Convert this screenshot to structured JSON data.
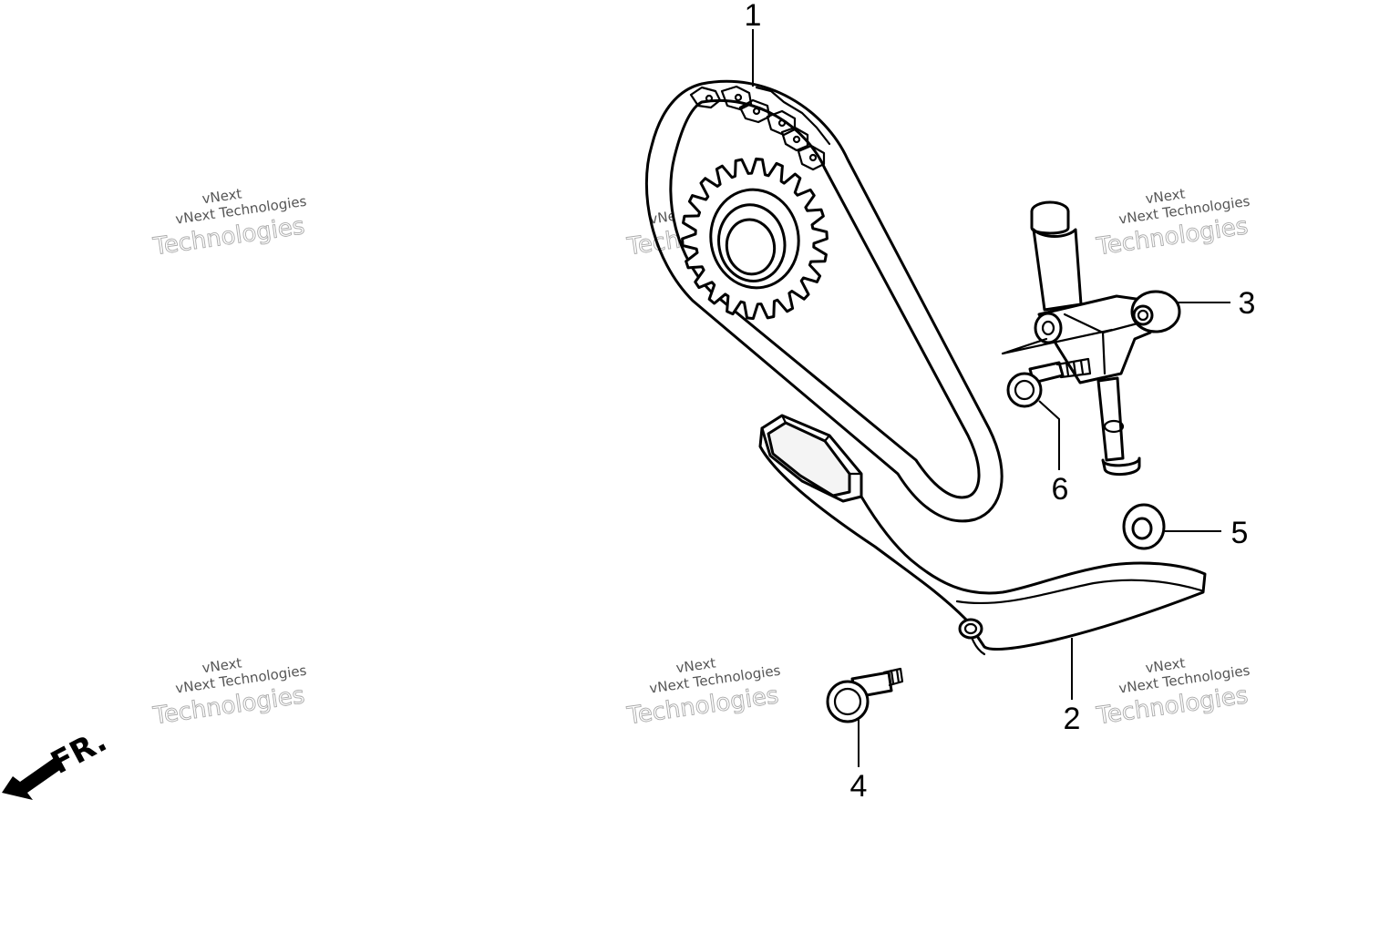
{
  "diagram": {
    "callouts": [
      {
        "id": "1",
        "text": "1"
      },
      {
        "id": "2",
        "text": "2"
      },
      {
        "id": "3",
        "text": "3"
      },
      {
        "id": "4",
        "text": "4"
      },
      {
        "id": "5",
        "text": "5"
      },
      {
        "id": "6",
        "text": "6"
      }
    ],
    "direction_label": "FR.",
    "watermark": {
      "line_small_1": "vNext",
      "line_small_2": "vNext Technologies",
      "line_large": "Technologies"
    }
  }
}
